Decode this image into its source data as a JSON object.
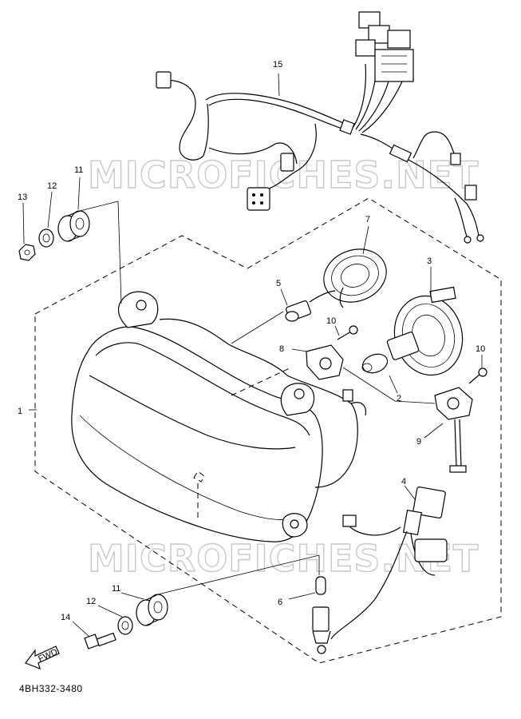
{
  "watermark": "MICROFICHES.NET",
  "drawing_code": "4BH332-3480",
  "fwd_label": "FWD",
  "callouts": {
    "p1": "1",
    "p2": "2",
    "p3": "3",
    "p4": "4",
    "p5": "5",
    "p6": "6",
    "p7": "7",
    "p8": "8",
    "p9": "9",
    "p10a": "10",
    "p10b": "10",
    "p11a": "11",
    "p11b": "11",
    "p12a": "12",
    "p12b": "12",
    "p13": "13",
    "p14": "14",
    "p15": "15"
  }
}
